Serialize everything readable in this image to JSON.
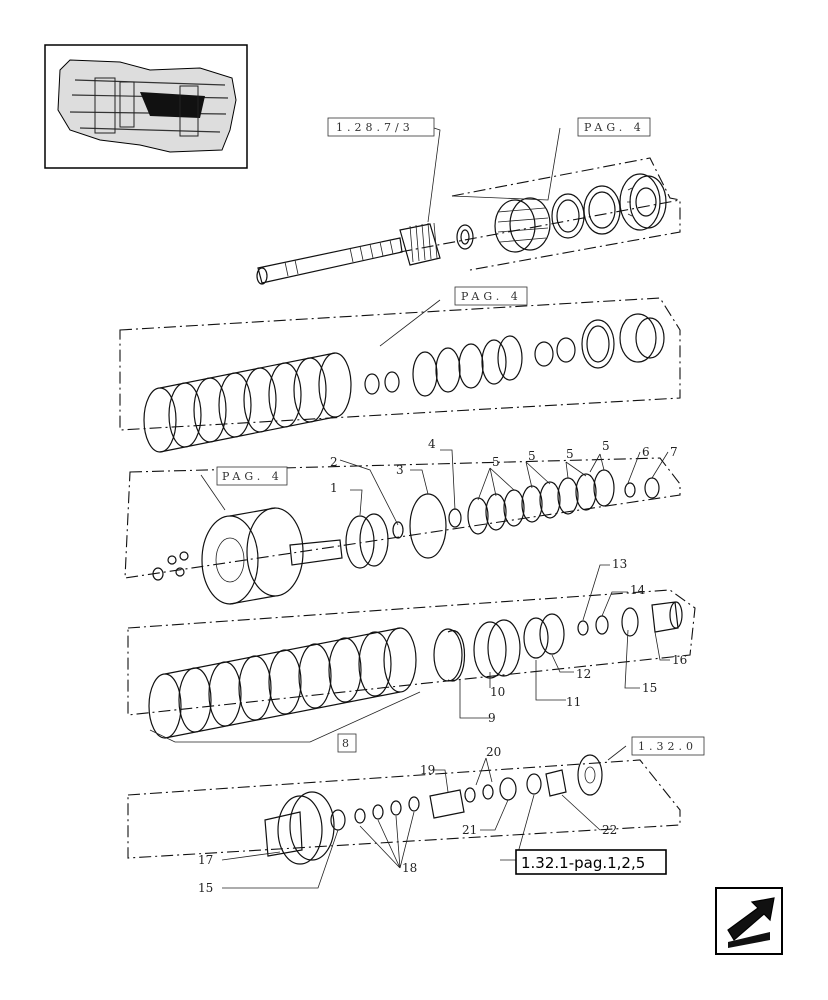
{
  "refs": {
    "r1": "1.28.7/3",
    "pag4a": "PAG. 4",
    "pag4b": "PAG. 4",
    "pag4c": "PAG. 4",
    "r1320": "1.32.0",
    "r8": "8",
    "pag125": "1.32.1-pag.1,2,5"
  },
  "labels": {
    "l1": "1",
    "l2": "2",
    "l3": "3",
    "l4": "4",
    "l5a": "5",
    "l5b": "5",
    "l5c": "5",
    "l5d": "5",
    "l6": "6",
    "l7": "7",
    "l9": "9",
    "l10": "10",
    "l11": "11",
    "l12": "12",
    "l13": "13",
    "l14": "14",
    "l15a": "15",
    "l16": "16",
    "l17": "17",
    "l15b": "15",
    "l18": "18",
    "l19": "19",
    "l20": "20",
    "l21": "21",
    "l22": "22"
  },
  "icons": {
    "thumbnail": "transmission-thumbnail-icon",
    "next": "next-page-arrow-icon"
  }
}
